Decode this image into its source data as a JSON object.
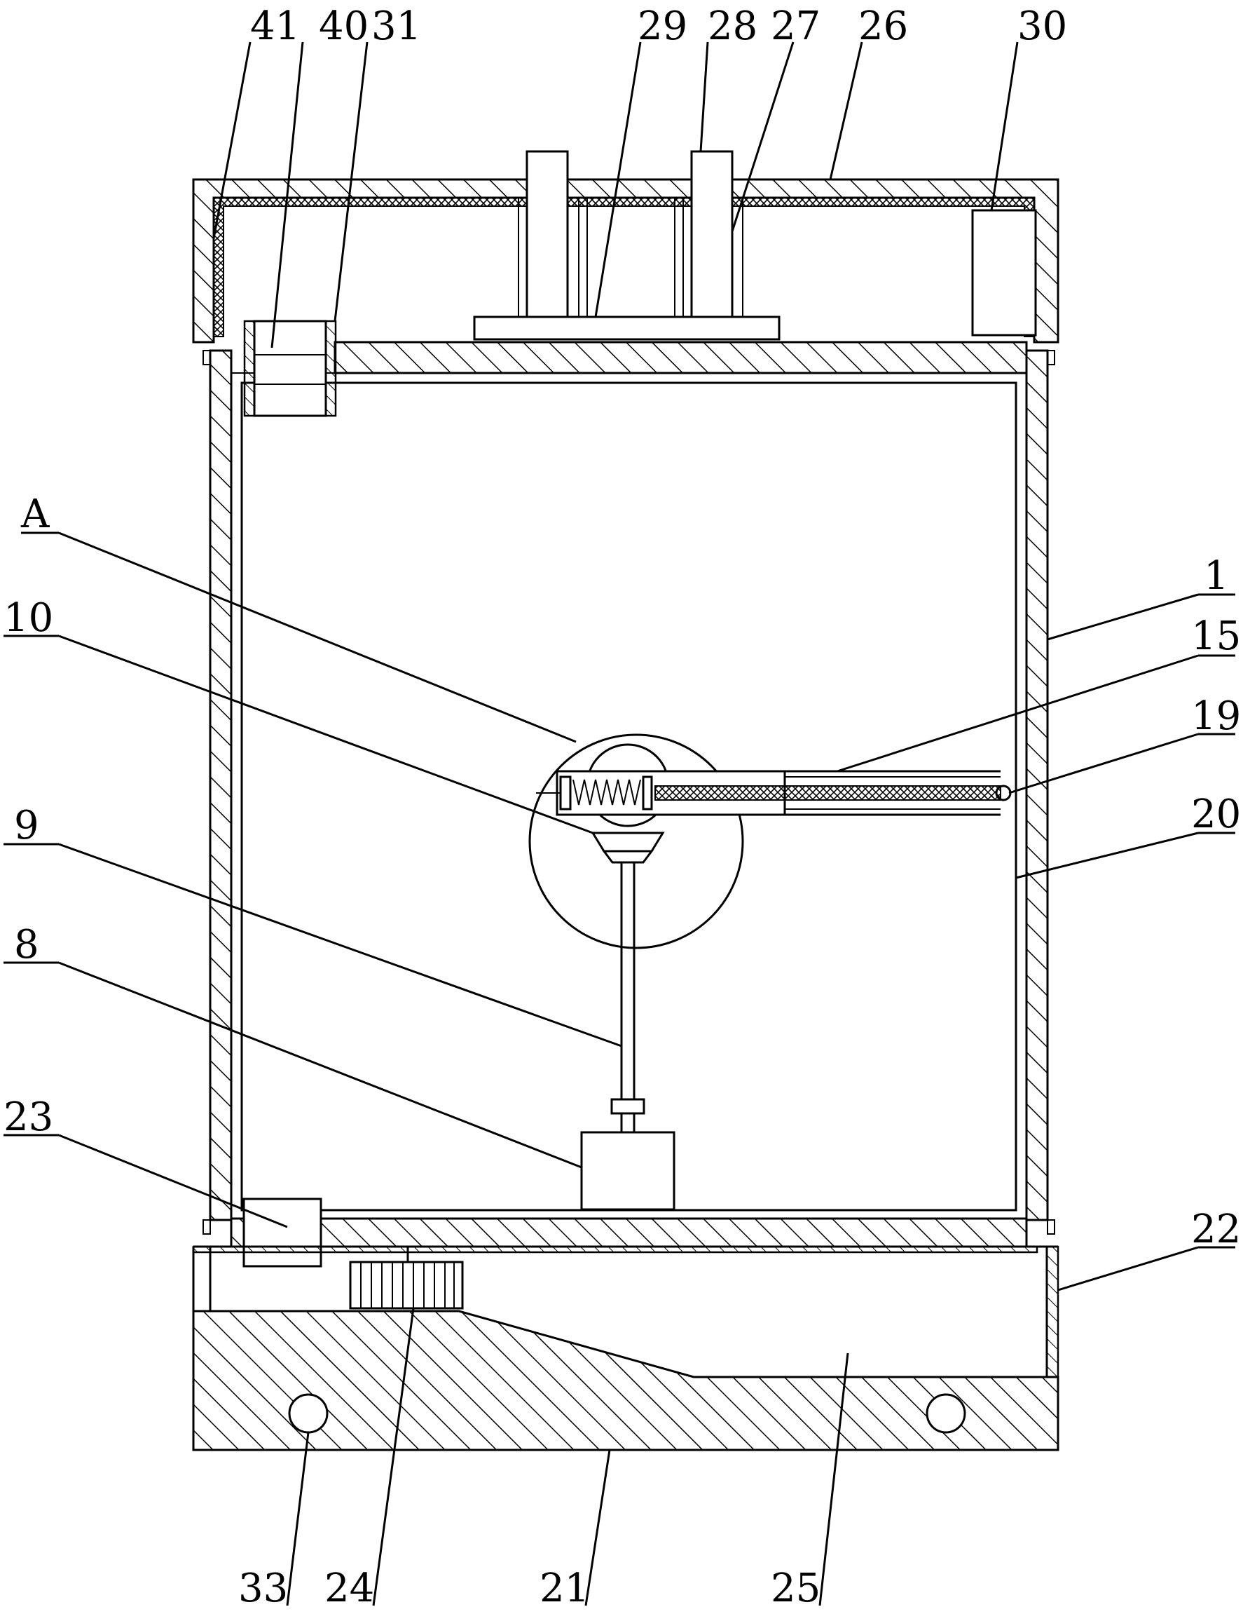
{
  "labels": {
    "l41": "41",
    "l40": "40",
    "l31": "31",
    "l29": "29",
    "l28": "28",
    "l27": "27",
    "l26": "26",
    "l30": "30",
    "lA": "A",
    "l10": "10",
    "l1": "1",
    "l15": "15",
    "l19": "19",
    "l20": "20",
    "l9": "9",
    "l8": "8",
    "l23": "23",
    "l22": "22",
    "l33": "33",
    "l24": "24",
    "l21": "21",
    "l25": "25"
  }
}
